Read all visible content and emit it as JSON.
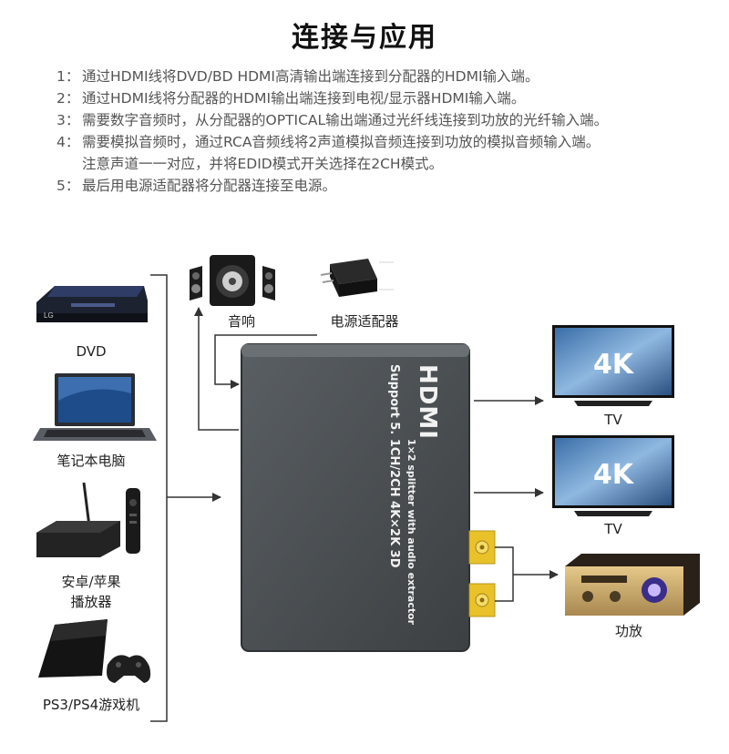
{
  "title": "连接与应用",
  "steps": [
    {
      "num": "1：",
      "text": "通过HDMI线将DVD/BD HDMI高清输出端连接到分配器的HDMI输入端。"
    },
    {
      "num": "2：",
      "text": "通过HDMI线将分配器的HDMI输出端连接到电视/显示器HDMI输入端。"
    },
    {
      "num": "3：",
      "text": "需要数字音频时，从分配器的OPTICAL输出端通过光纤线连接到功放的光纤输入端。"
    },
    {
      "num": "4：",
      "text": "需要模拟音频时，通过RCA音频线将2声道模拟音频连接到功放的模拟音频输入端。",
      "note": "注意声道一一对应，并将EDID模式开关选择在2CH模式。"
    },
    {
      "num": "5：",
      "text": "最后用电源适配器将分配器连接至电源。"
    }
  ],
  "sources": {
    "dvd": "DVD",
    "laptop": "笔记本电脑",
    "android_line1": "安卓/苹果",
    "android_line2": "播放器",
    "ps": "PS3/PS4游戏机"
  },
  "top": {
    "speaker": "音响",
    "adapter": "电源适配器"
  },
  "outputs": {
    "tv1": "TV",
    "tv2": "TV",
    "amp": "功放"
  },
  "device": {
    "brand": "HDMI",
    "line1": "1×2 splitter with audio extractor",
    "line2": "Support 5. 1CH/2CH 4K×2K 3D"
  },
  "tv_screen_text": "4K",
  "dvd_logo": "LG"
}
